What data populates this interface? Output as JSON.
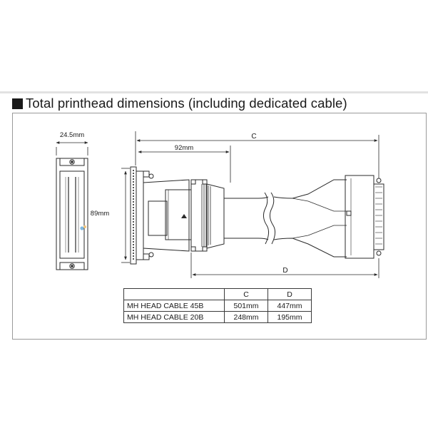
{
  "heading": {
    "title": "Total printhead dimensions (including dedicated cable)"
  },
  "dimensions": {
    "width_label": "24.5mm",
    "height_label": "89mm",
    "offset_label": "92mm",
    "c_label": "C",
    "d_label": "D"
  },
  "table": {
    "headers": [
      "",
      "C",
      "D"
    ],
    "rows": [
      {
        "name": "MH HEAD CABLE 45B",
        "c": "501mm",
        "d": "447mm"
      },
      {
        "name": "MH HEAD CABLE 20B",
        "c": "248mm",
        "d": "195mm"
      }
    ]
  },
  "colors": {
    "line": "#2a2a2a",
    "panel_border": "#9a9a9a",
    "rule": "#e2e2e2"
  }
}
